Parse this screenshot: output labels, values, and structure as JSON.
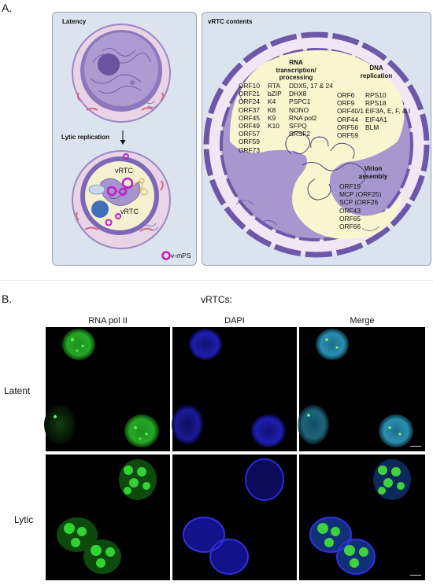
{
  "panel_a": {
    "letter": "A.",
    "latency_title": "Latency",
    "lytic_title": "Lytic replication",
    "vrtc_label_top": "vRTC",
    "vrtc_label_bottom": "vRTC",
    "legend_label": "v-mPS",
    "contents_title": "vRTC contents",
    "rna_header": [
      "RNA",
      "transcription/",
      "processing"
    ],
    "rna_col1": [
      "ORF10",
      "ORF21",
      "ORF24",
      "ORF37",
      "ORF45",
      "ORF49",
      "ORF57",
      "ORF59",
      "ORF73"
    ],
    "rna_col2": [
      "RTA",
      "bZIP",
      "K4",
      "K8",
      "K9",
      "K10"
    ],
    "rna_col3": [
      "DDX5, 17 & 24",
      "DHX8",
      "PSPC1",
      "NONO",
      "RNA pol2",
      "SFPQ",
      "SRSF2"
    ],
    "dna_header": [
      "DNA",
      "replication"
    ],
    "dna_col1": [
      "ORF6",
      "ORF9",
      "ORF40/1",
      "ORF44",
      "ORF56",
      "ORF59"
    ],
    "dna_col2": [
      "RPS10",
      "RPS18",
      "EIF3A, E, F, & I",
      "EIF4A1",
      "BLM"
    ],
    "virion_header": [
      "Virion",
      "assembly"
    ],
    "virion_list": [
      "ORF19",
      "MCP (ORF25)",
      "SCP (ORF26",
      "ORF43",
      "ORF65",
      "ORF66"
    ]
  },
  "panel_b": {
    "letter": "B.",
    "title": "vRTCs:",
    "columns": [
      "RNA pol II",
      "DAPI",
      "Merge"
    ],
    "rows": [
      "Latent",
      "Lytic"
    ]
  },
  "colors": {
    "box_bg": "#dbe3ee",
    "cell_purple": "#7a62b0",
    "nucleus_fill": "#b5a3d6",
    "vrtc_yellow": "#f8f5cf",
    "mps_magenta": "#c21fc6",
    "green_stain": "#2fd02f",
    "blue_stain": "#2b2bd6"
  }
}
